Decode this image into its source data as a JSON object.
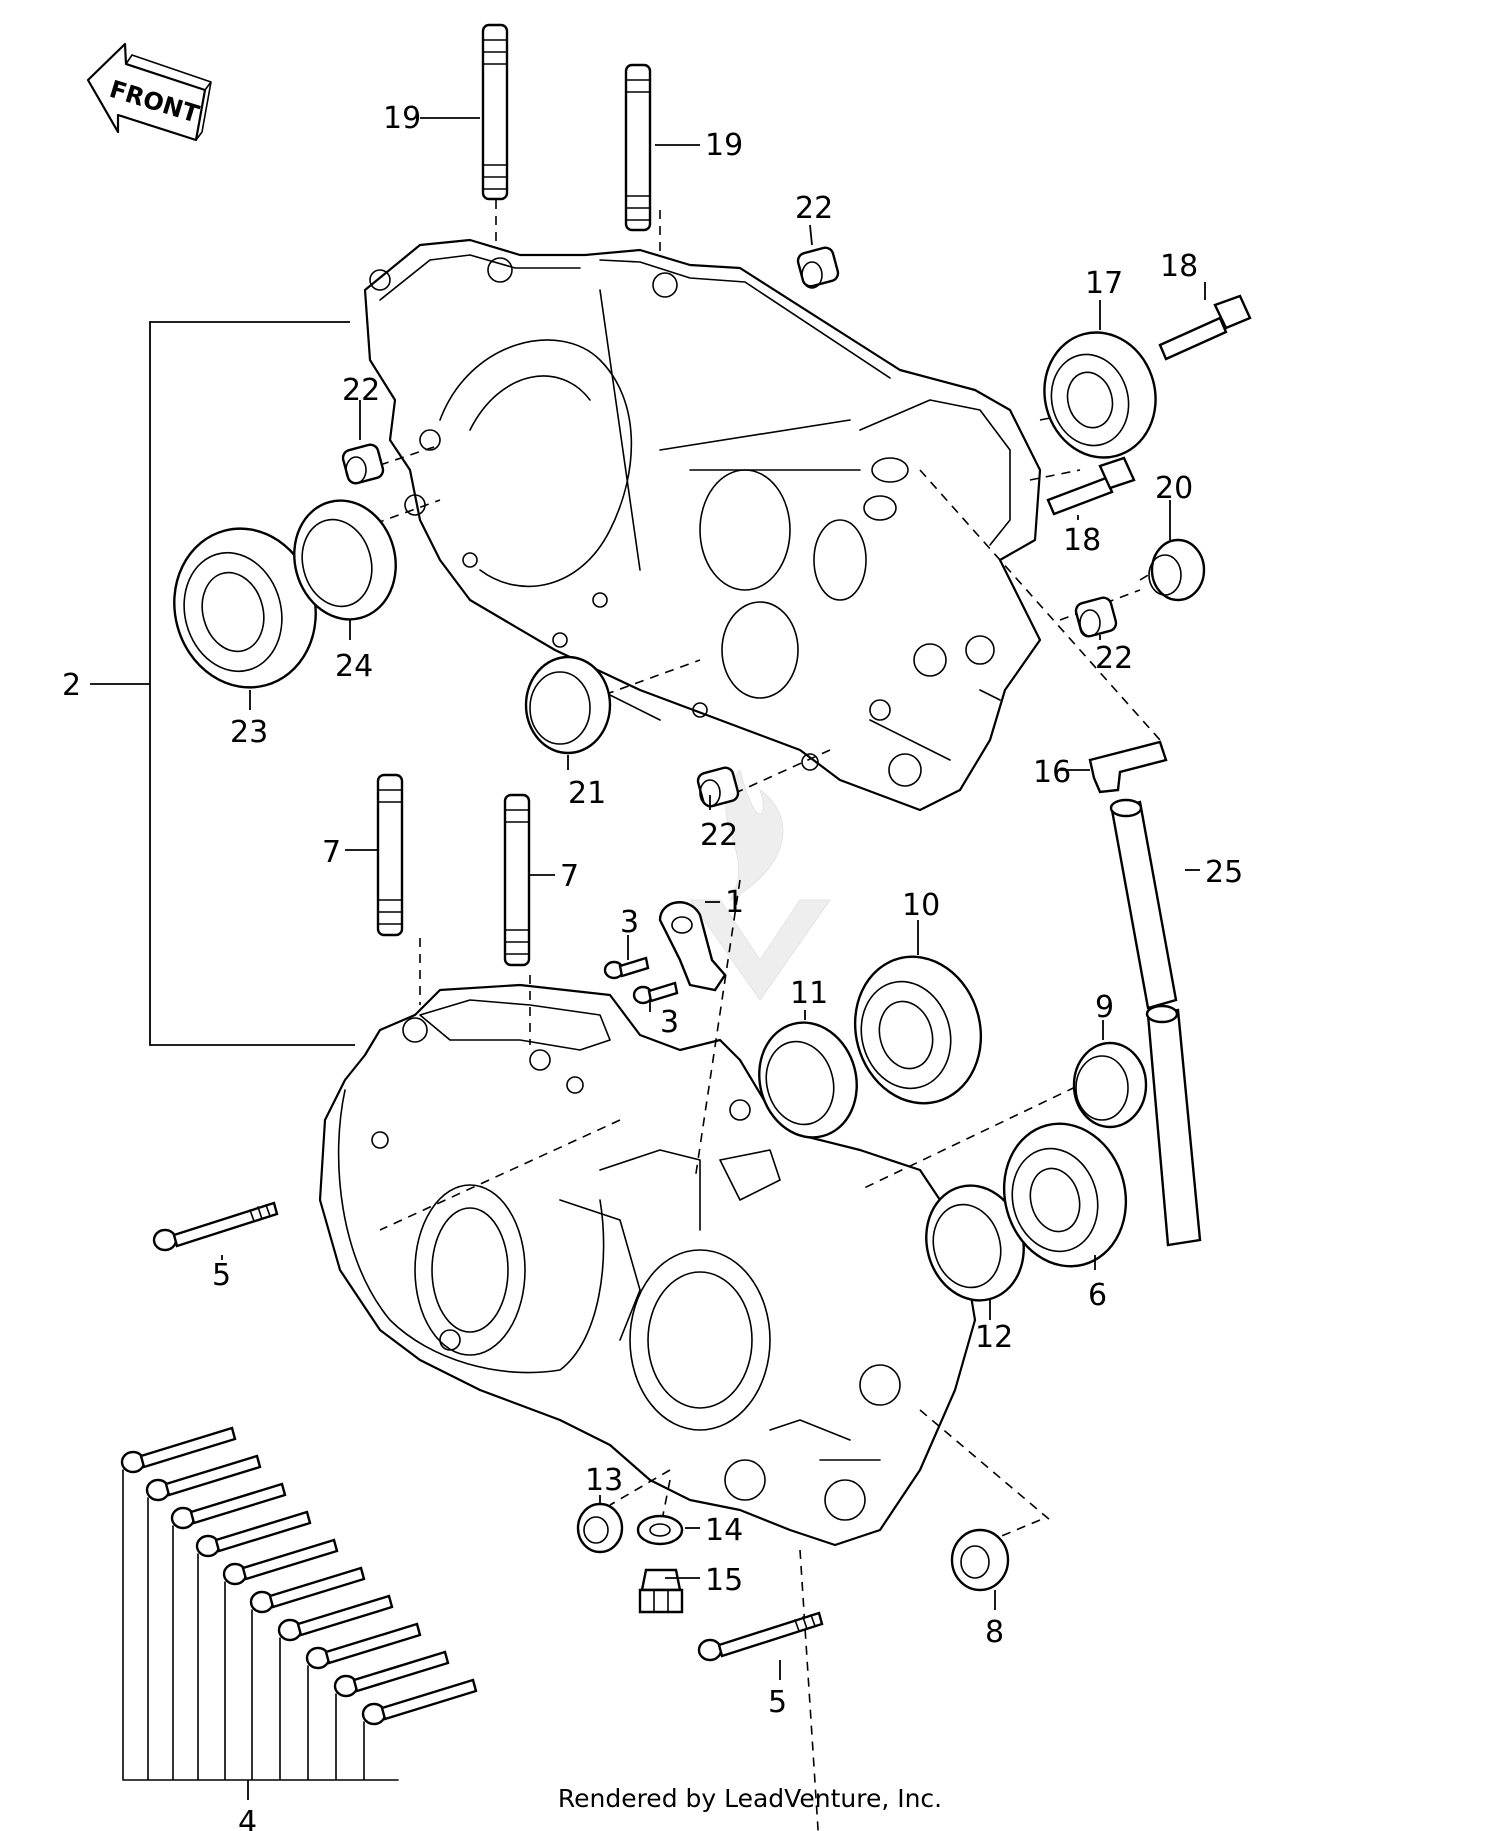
{
  "orientation": {
    "front_label": "FRONT"
  },
  "callouts": {
    "c1": "1",
    "c2": "2",
    "c3a": "3",
    "c3b": "3",
    "c4": "4",
    "c5a": "5",
    "c5b": "5",
    "c6": "6",
    "c7a": "7",
    "c7b": "7",
    "c8": "8",
    "c9": "9",
    "c10": "10",
    "c11": "11",
    "c12": "12",
    "c13": "13",
    "c14": "14",
    "c15": "15",
    "c16": "16",
    "c17": "17",
    "c18a": "18",
    "c18b": "18",
    "c19a": "19",
    "c19b": "19",
    "c20": "20",
    "c21": "21",
    "c22a": "22",
    "c22b": "22",
    "c22c": "22",
    "c22d": "22",
    "c23": "23",
    "c24": "24",
    "c25": "25"
  },
  "footer": {
    "credit": "Rendered by LeadVenture, Inc."
  },
  "colors": {
    "ink": "#000000",
    "paper": "#ffffff",
    "watermark": "#e8e8e8"
  }
}
